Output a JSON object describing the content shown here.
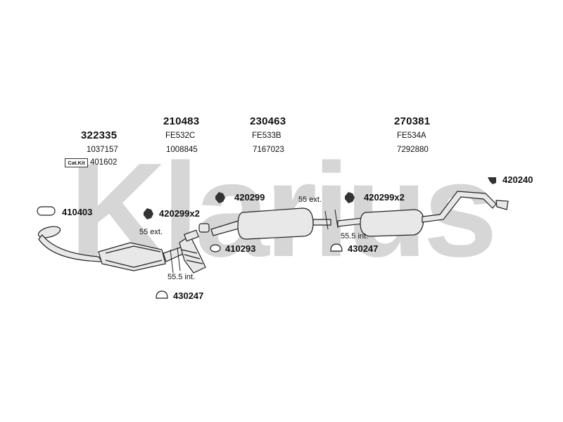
{
  "watermark": "Klarius",
  "parts": {
    "cat": {
      "number": "322335",
      "ref": "1037157",
      "kit_tag": "Cat.Kit",
      "kit_number": "401602"
    },
    "front": {
      "number": "210483",
      "model": "FE532C",
      "ref": "1008845"
    },
    "center": {
      "number": "230463",
      "model": "FE533B",
      "ref": "7167023"
    },
    "rear": {
      "number": "270381",
      "model": "FE534A",
      "ref": "7292880"
    }
  },
  "fittings": {
    "hanger_410403": "410403",
    "mount_420299x2_left": "420299x2",
    "mount_420299": "420299",
    "mount_420299x2_right": "420299x2",
    "tip_420240": "420240",
    "gasket_410293": "410293",
    "clamp_430247_left": "430247",
    "clamp_430247_right": "430247"
  },
  "dimensions": {
    "left_ext": "55 ext.",
    "left_int": "55.5 int.",
    "right_ext": "55 ext.",
    "right_int": "55.5 int."
  },
  "colors": {
    "watermark": "#d6d6d6",
    "line": "#222222",
    "part_fill": "#e8e8e8"
  }
}
